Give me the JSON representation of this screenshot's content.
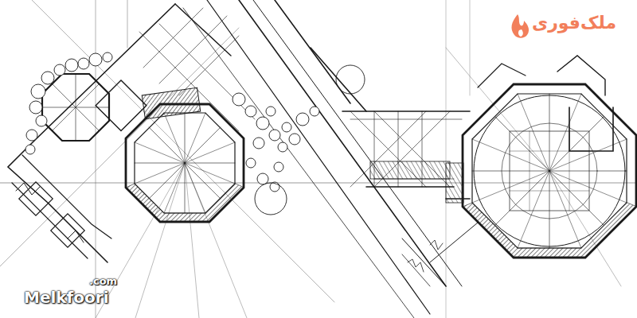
{
  "diagram": {
    "labels": [
      "ملک‌فوری",
      ".com",
      "Melkfoori"
    ]
  }
}
